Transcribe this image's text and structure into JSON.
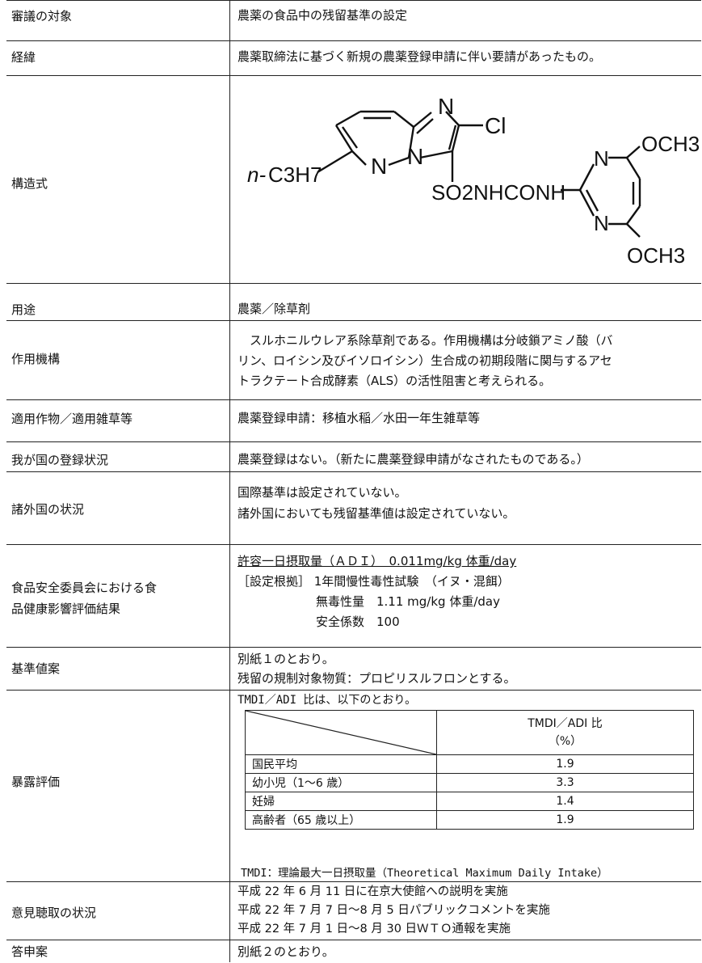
{
  "rows": {
    "subject": {
      "label": "審議の対象",
      "value": "農薬の食品中の残留基準の設定"
    },
    "background": {
      "label": "経緯",
      "value": "農薬取締法に基づく新規の農薬登録申請に伴い要請があったもの。"
    },
    "structure": {
      "label": "構造式",
      "formula": {
        "n_prefix": "n-",
        "c3h7": "C3H7",
        "n1": "N",
        "n2": "N",
        "n3": "N",
        "cl": "Cl",
        "so2": "SO2NHCONH",
        "n4": "N",
        "n5": "N",
        "och3_top": "OCH3",
        "och3_bot": "OCH3"
      }
    },
    "use": {
      "label": "用途",
      "value": "農薬／除草剤"
    },
    "mechanism": {
      "label": "作用機構",
      "lines": [
        "　スルホニルウレア系除草剤である。作用機構は分岐鎖アミノ酸（バ",
        "リン、ロイシン及びイソロイシン）生合成の初期段階に関与するアセ",
        "トラクテート合成酵素（ALS）の活性阻害と考えられる。"
      ]
    },
    "crops": {
      "label": "適用作物／適用雑草等",
      "value": "農薬登録申請：移植水稲／水田一年生雑草等"
    },
    "domestic": {
      "label": "我が国の登録状況",
      "value": "農薬登録はない。（新たに農薬登録申請がなされたものである。）"
    },
    "foreign": {
      "label": "諸外国の状況",
      "lines": [
        "国際基準は設定されていない。",
        "諸外国においても残留基準値は設定されていない。"
      ]
    },
    "safety": {
      "label_lines": [
        "食品安全委員会における食",
        "品健康影響評価結果"
      ],
      "adi": "許容一日摂取量（ＡＤＩ）　0.011mg/kg 体重/day",
      "basis": "［設定根拠］ 1年間慢性毒性試験　（イヌ・混餌）",
      "noael": "無毒性量　1.11 mg/kg 体重/day",
      "factor": "安全係数　100"
    },
    "standard": {
      "label": "基準値案",
      "lines": [
        "別紙１のとおり。",
        "残留の規制対象物質：プロピリスルフロンとする。"
      ]
    },
    "exposure": {
      "label": "暴露評価",
      "intro": "TMDI／ADI 比は、以下のとおり。",
      "col_header": "TMDI／ADI 比",
      "col_unit": "（%）",
      "table": [
        {
          "group": "国民平均",
          "value": "1.9"
        },
        {
          "group": "幼小児（1～6 歳）",
          "value": "3.3"
        },
        {
          "group": "妊婦",
          "value": "1.4"
        },
        {
          "group": "高齢者（65 歳以上）",
          "value": "1.9"
        }
      ],
      "note": "TMDI：理論最大一日摂取量（Theoretical Maximum Daily Intake）"
    },
    "hearing": {
      "label": "意見聴取の状況",
      "lines": [
        "平成 22 年 6 月 11 日に在京大使館への説明を実施",
        "平成 22 年 7 月 7 日～8 月 5 日パブリックコメントを実施",
        "平成 22 年 7 月 1 日～8 月 30 日ＷＴＯ通報を実施"
      ]
    },
    "report": {
      "label": "答申案",
      "value": "別紙２のとおり。"
    }
  }
}
